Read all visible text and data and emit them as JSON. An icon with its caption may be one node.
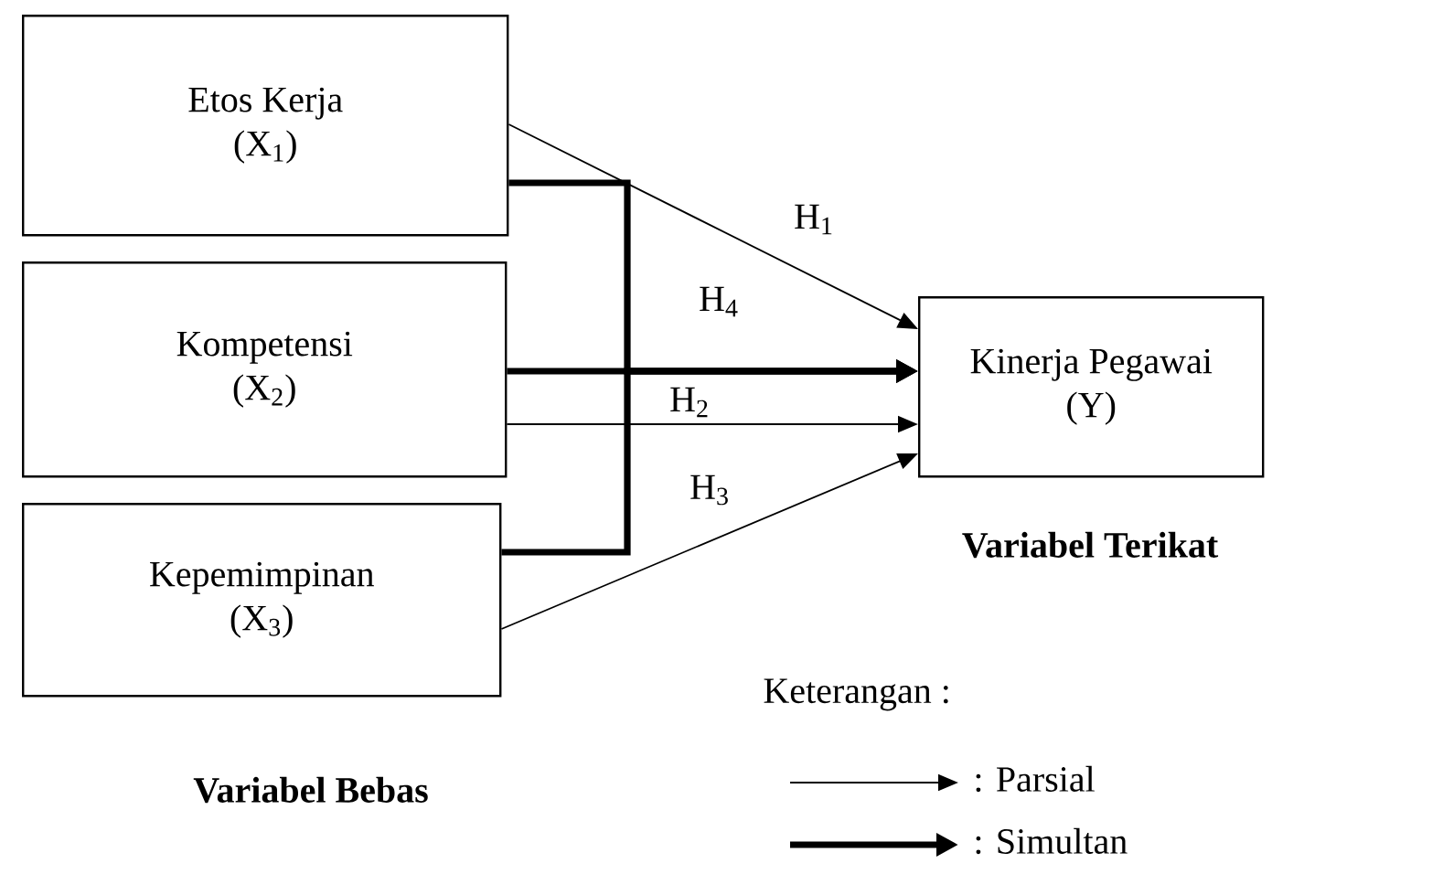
{
  "diagram": {
    "nodes": [
      {
        "text": [
          "Etos Kerja",
          "(X$_{1}$)"
        ]
      },
      {
        "text": [
          "Kompetensi",
          "(X$_{2}$)"
        ]
      },
      {
        "text": [
          "Kepemimpinan",
          "(X$_{3}$)"
        ]
      },
      {
        "text": [
          "Kinerja Pegawai",
          "(Y)"
        ]
      }
    ],
    "edges": [
      {
        "from": 0,
        "to": 3,
        "arrow": "to",
        "label": "H$_{1}$"
      },
      {
        "from": 1,
        "to": 3,
        "arrow": "to",
        "label": "H$_{2}$"
      },
      {
        "from": 2,
        "to": 3,
        "arrow": "to",
        "label": "H$_{3}$"
      },
      {
        "from": 1,
        "to": 3,
        "arrow": "to",
        "label": "H$_{4}$",
        "style": "thick"
      },
      {
        "from": 0,
        "to": 3,
        "arrow": "to",
        "style": "thick"
      },
      {
        "from": 2,
        "to": 3,
        "arrow": "to",
        "style": "thick"
      }
    ],
    "labels": [
      "Variabel Terikat",
      "Keterangan :",
      "Variabel Bebas"
    ],
    "legend": [
      {
        "text": ": Parsial"
      },
      {
        "text": ": Simultan"
      }
    ]
  }
}
